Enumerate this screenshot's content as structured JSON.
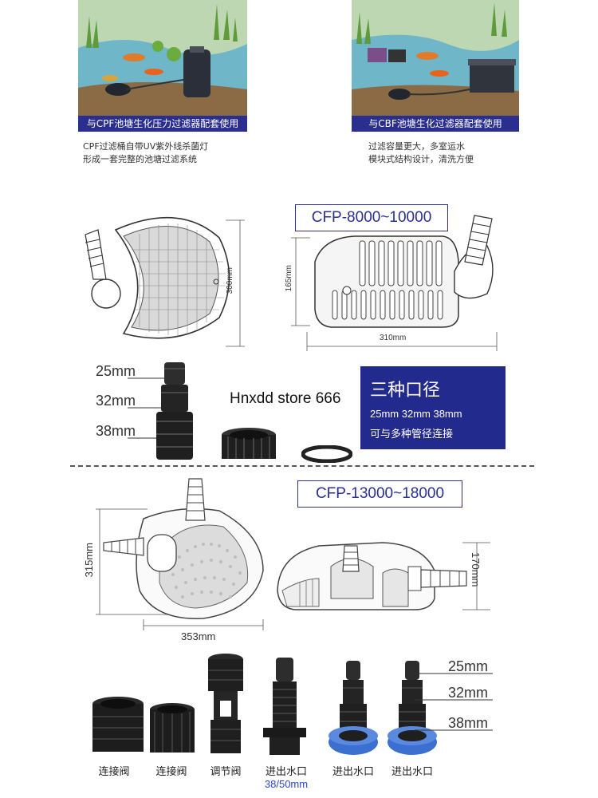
{
  "top": {
    "left_caption": "与CPF池塘生化压力过滤器配套使用",
    "right_caption": "与CBF池塘生化过滤器配套使用",
    "left_desc": [
      "CPF过滤桶自带UV紫外线杀菌灯",
      "形成一套完整的池塘过滤系统"
    ],
    "right_desc": [
      "过滤容量更大，多室运水",
      "模块式结构设计，清洗方便"
    ]
  },
  "model1": {
    "name": "CFP-8000~10000",
    "height_left": "300mm",
    "height_right": "165mm",
    "width": "310mm"
  },
  "sizes1": [
    "25mm",
    "32mm",
    "38mm"
  ],
  "panel": {
    "title": "三种口径",
    "line1": "25mm 32mm 38mm",
    "line2": "可与多种管径连接"
  },
  "watermark": "Hnxdd store 666",
  "model2": {
    "name": "CFP-13000~18000",
    "height_left": "315mm",
    "height_right": "170mm",
    "width": "353mm"
  },
  "sizes2": [
    "25mm",
    "32mm",
    "38mm"
  ],
  "parts": [
    {
      "label": "连接阀",
      "sub": ""
    },
    {
      "label": "连接阀",
      "sub": ""
    },
    {
      "label": "调节阀",
      "sub": ""
    },
    {
      "label": "进出水口",
      "sub": "38/50mm"
    },
    {
      "label": "进出水口",
      "sub": ""
    },
    {
      "label": "进出水口",
      "sub": ""
    }
  ],
  "colors": {
    "brand_blue": "#2a2f8f",
    "sub_blue": "#2a49c8",
    "part_blue": "#3b6fd0"
  }
}
